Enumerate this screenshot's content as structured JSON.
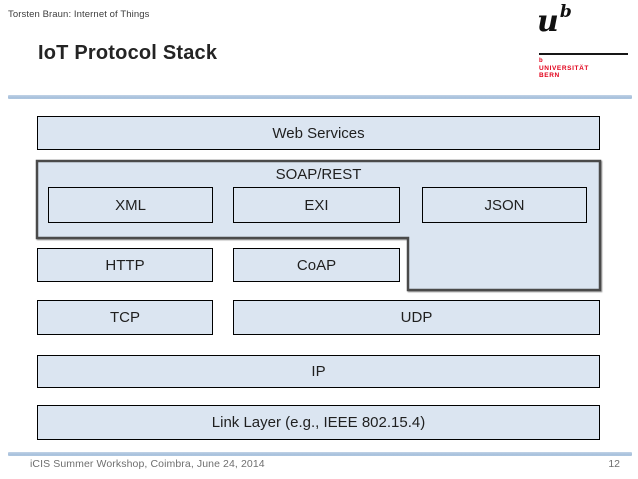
{
  "slide": {
    "header_label": "Torsten Braun: Internet of Things",
    "title": "IoT Protocol Stack",
    "footer_left": "iCIS Summer Workshop, Coimbra, June 24, 2014",
    "page_number": "12"
  },
  "logo": {
    "wordmark_main": "u",
    "wordmark_sup": "b",
    "caption_sup": "b",
    "caption_line1": "UNIVERSITÄT",
    "caption_line2": "BERN",
    "brand_red": "#e2001a"
  },
  "diagram": {
    "container_label": "SOAP/REST",
    "boxes": [
      {
        "id": "web-services",
        "label": "Web Services"
      },
      {
        "id": "xml",
        "label": "XML"
      },
      {
        "id": "exi",
        "label": "EXI"
      },
      {
        "id": "json",
        "label": "JSON"
      },
      {
        "id": "http",
        "label": "HTTP"
      },
      {
        "id": "coap",
        "label": "CoAP"
      },
      {
        "id": "tcp",
        "label": "TCP"
      },
      {
        "id": "udp",
        "label": "UDP"
      },
      {
        "id": "ip",
        "label": "IP"
      },
      {
        "id": "link-layer",
        "label": "Link Layer (e.g., IEEE 802.15.4)"
      }
    ],
    "colors": {
      "box_fill": "#dbe5f1",
      "box_border": "#000000",
      "container_border": "#4a4a4a",
      "divider_blue": "#a9c2dd"
    }
  }
}
